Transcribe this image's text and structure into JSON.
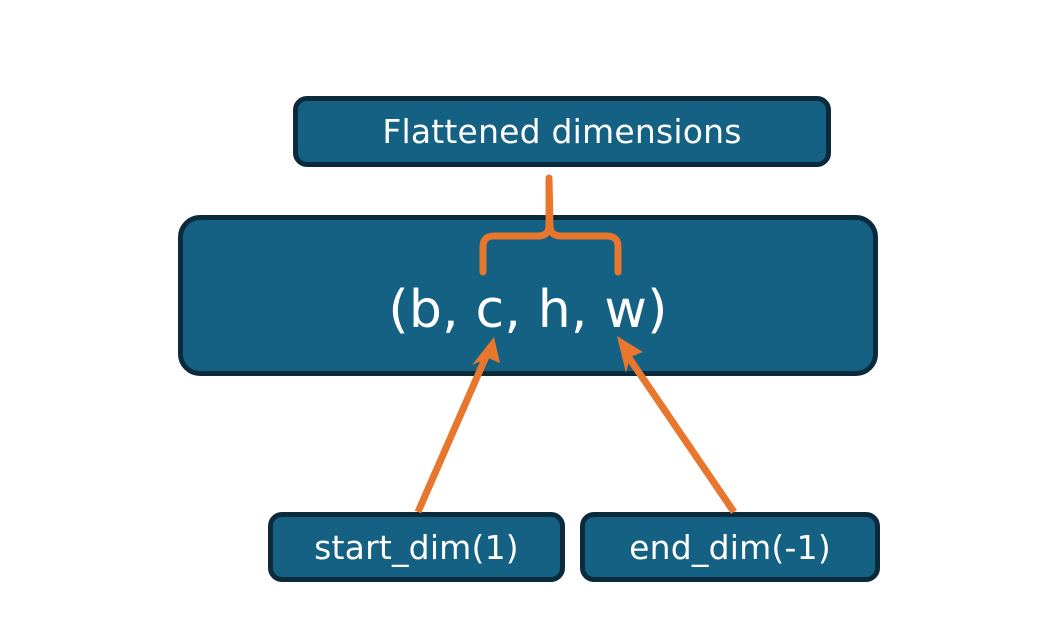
{
  "diagram": {
    "title_node": {
      "label": "Flattened dimensions",
      "name": "flattened-dimensions-box"
    },
    "shape_node": {
      "label": "(b, c, h, w)",
      "name": "tensor-shape-box",
      "dims": [
        "b",
        "c",
        "h",
        "w"
      ]
    },
    "param_nodes": [
      {
        "label": "start_dim(1)",
        "name": "start-dim-box",
        "value": 1
      },
      {
        "label": "end_dim(-1)",
        "name": "end-dim-box",
        "value": -1
      }
    ],
    "connectors": {
      "brace": {
        "name": "flatten-range-brace",
        "spans_dims": [
          "c",
          "h",
          "w"
        ],
        "points_to": "Flattened dimensions"
      },
      "arrows": [
        {
          "name": "start-dim-arrow",
          "from": "start_dim(1)",
          "to": "c"
        },
        {
          "name": "end-dim-arrow",
          "from": "end_dim(-1)",
          "to": "w"
        }
      ]
    },
    "colors": {
      "box_fill": "#146183",
      "box_border": "#0b2a3b",
      "text": "#ffffff",
      "accent": "#E8762C",
      "background": "#ffffff"
    }
  }
}
